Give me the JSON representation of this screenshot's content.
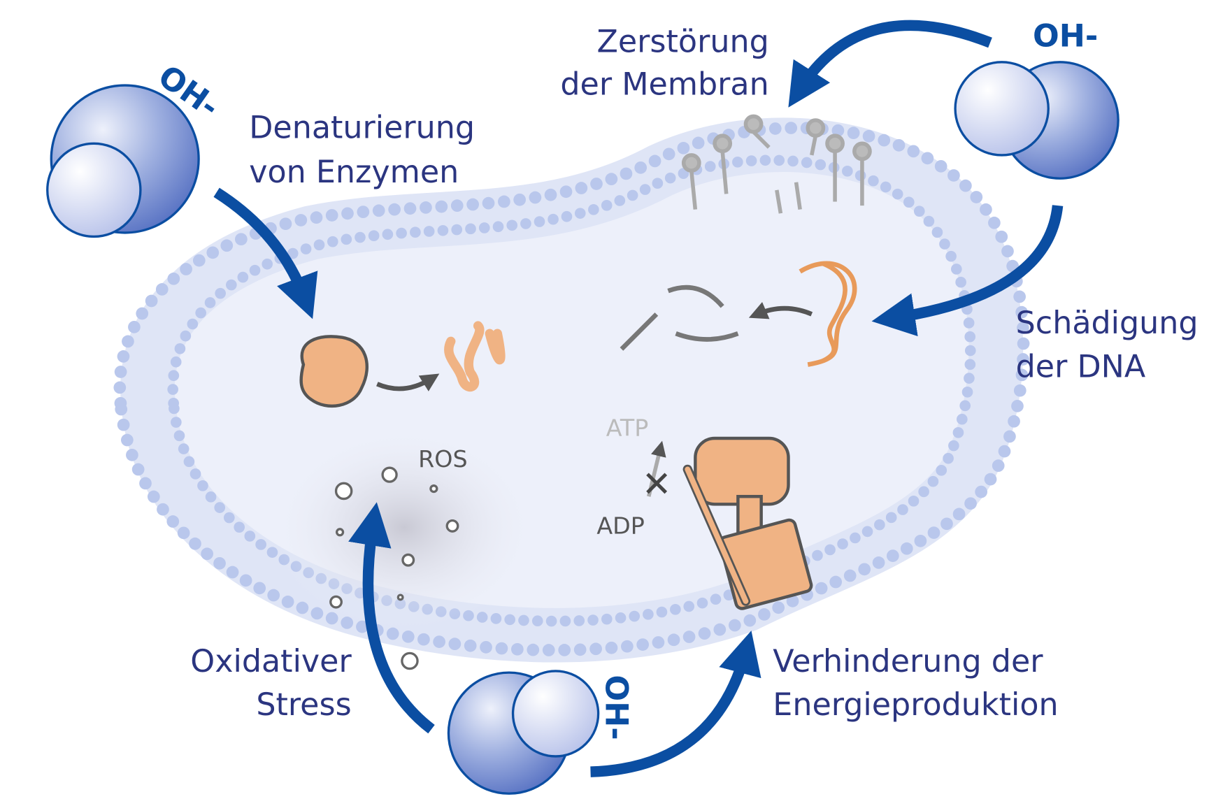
{
  "labels": {
    "membrane": [
      "Zerstörung",
      "der Membran"
    ],
    "enzymes": [
      "Denaturierung",
      "von Enzymen"
    ],
    "dna": [
      "Schädigung",
      "der DNA"
    ],
    "oxidative": [
      "Oxidativer",
      "Stress"
    ],
    "energy": [
      "Verhinderung der",
      "Energieproduktion"
    ]
  },
  "inner": {
    "atp": "ATP",
    "adp": "ADP",
    "ros": "ROS"
  },
  "molecules": {
    "ion_label": "OH-"
  },
  "colors": {
    "text": "#2b3580",
    "arrow": "#0b4ea2",
    "membrane": "#b9c7ec",
    "protein": "#f0b384"
  }
}
